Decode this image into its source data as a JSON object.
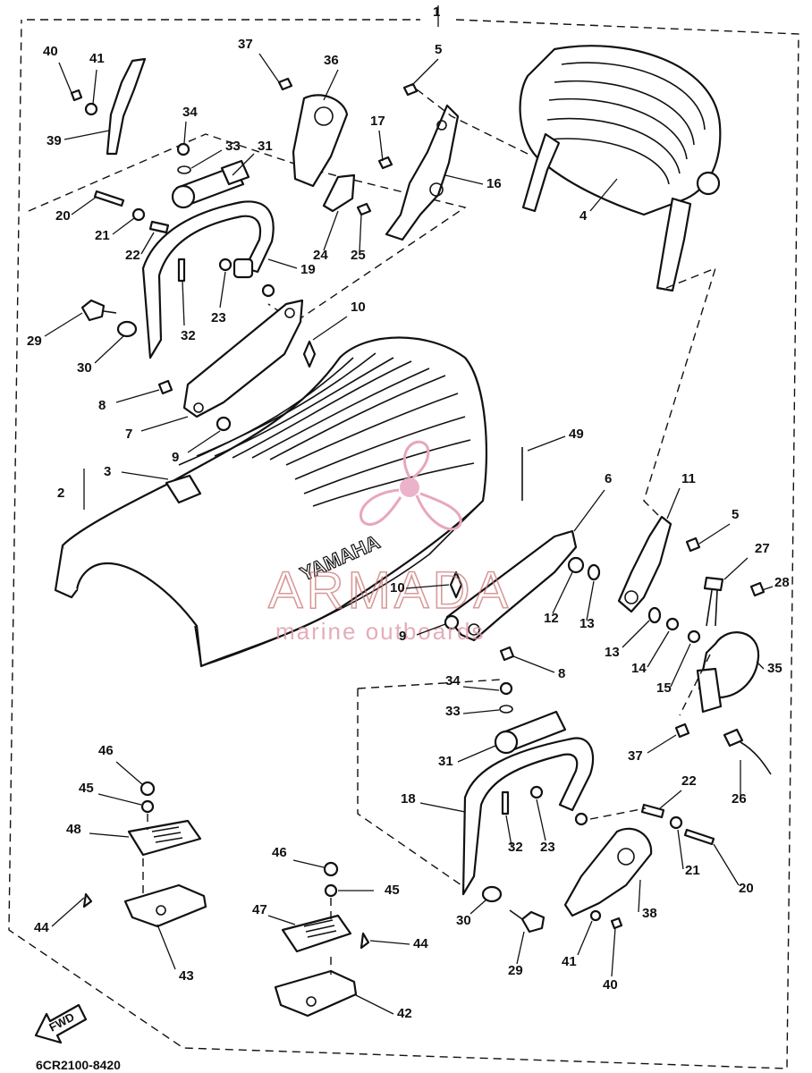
{
  "diagram": {
    "group_label": "1",
    "drawing_code": "6CR2100-8420",
    "seat_brand_text": "YAMAHA",
    "direction_label": "FWD",
    "watermark": {
      "brand": "ARMADA",
      "tagline": "marine outboards"
    },
    "callouts": [
      {
        "label": "40"
      },
      {
        "label": "41"
      },
      {
        "label": "39"
      },
      {
        "label": "37"
      },
      {
        "label": "36"
      },
      {
        "label": "5"
      },
      {
        "label": "34"
      },
      {
        "label": "33"
      },
      {
        "label": "31"
      },
      {
        "label": "17"
      },
      {
        "label": "16"
      },
      {
        "label": "4"
      },
      {
        "label": "20"
      },
      {
        "label": "21"
      },
      {
        "label": "22"
      },
      {
        "label": "24"
      },
      {
        "label": "25"
      },
      {
        "label": "19"
      },
      {
        "label": "23"
      },
      {
        "label": "32"
      },
      {
        "label": "10"
      },
      {
        "label": "29"
      },
      {
        "label": "30"
      },
      {
        "label": "8"
      },
      {
        "label": "7"
      },
      {
        "label": "9"
      },
      {
        "label": "49"
      },
      {
        "label": "3"
      },
      {
        "label": "2"
      },
      {
        "label": "6"
      },
      {
        "label": "11"
      },
      {
        "label": "5"
      },
      {
        "label": "27"
      },
      {
        "label": "28"
      },
      {
        "label": "10"
      },
      {
        "label": "12"
      },
      {
        "label": "13"
      },
      {
        "label": "9"
      },
      {
        "label": "13"
      },
      {
        "label": "14"
      },
      {
        "label": "15"
      },
      {
        "label": "35"
      },
      {
        "label": "8"
      },
      {
        "label": "34"
      },
      {
        "label": "33"
      },
      {
        "label": "31"
      },
      {
        "label": "37"
      },
      {
        "label": "26"
      },
      {
        "label": "18"
      },
      {
        "label": "22"
      },
      {
        "label": "32"
      },
      {
        "label": "23"
      },
      {
        "label": "21"
      },
      {
        "label": "20"
      },
      {
        "label": "46"
      },
      {
        "label": "45"
      },
      {
        "label": "48"
      },
      {
        "label": "44"
      },
      {
        "label": "43"
      },
      {
        "label": "46"
      },
      {
        "label": "45"
      },
      {
        "label": "47"
      },
      {
        "label": "44"
      },
      {
        "label": "42"
      },
      {
        "label": "30"
      },
      {
        "label": "29"
      },
      {
        "label": "38"
      },
      {
        "label": "41"
      },
      {
        "label": "40"
      }
    ]
  }
}
